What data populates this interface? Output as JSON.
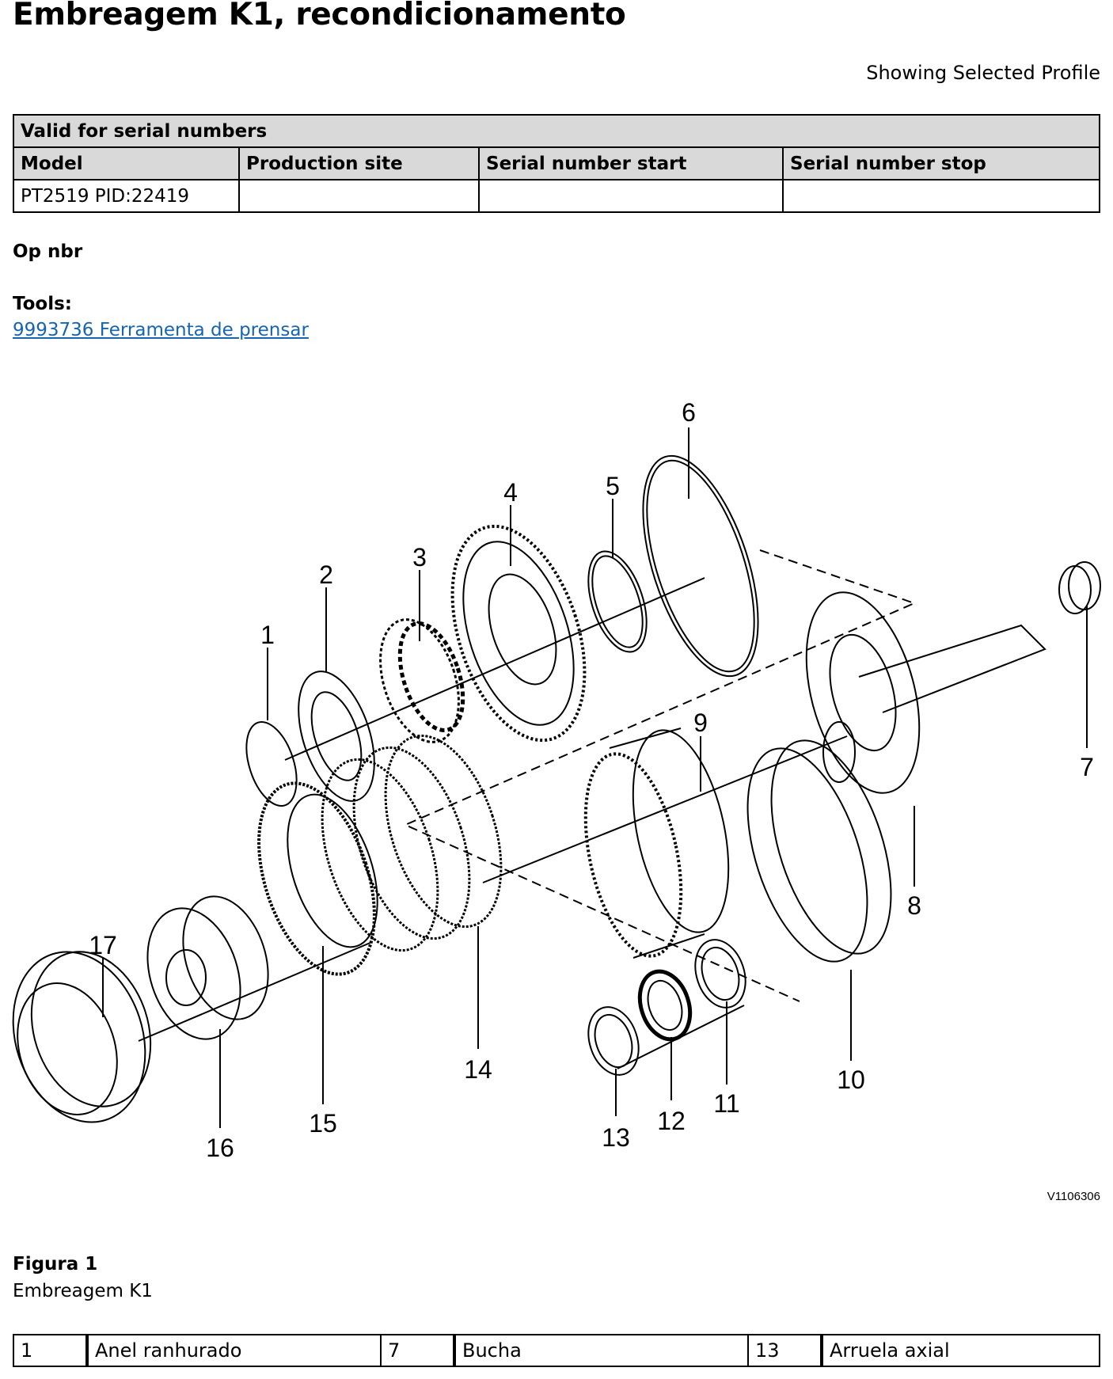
{
  "title": "Embreagem K1, recondicionamento",
  "profile_text": "Showing Selected Profile",
  "serial_table": {
    "header": "Valid for serial numbers",
    "columns": [
      "Model",
      "Production site",
      "Serial number start",
      "Serial number stop"
    ],
    "rows": [
      [
        "PT2519 PID:22419",
        "",
        "",
        ""
      ]
    ]
  },
  "op_nbr_label": "Op nbr",
  "tools_label": "Tools:",
  "tool_link": "9993736 Ferramenta de prensar",
  "figure": {
    "callouts": [
      "1",
      "2",
      "3",
      "4",
      "5",
      "6",
      "7",
      "8",
      "9",
      "10",
      "11",
      "12",
      "13",
      "14",
      "15",
      "16",
      "17"
    ],
    "image_code": "V1106306",
    "label": "Figura 1",
    "caption": "Embreagem K1"
  },
  "parts_table": {
    "rows": [
      [
        {
          "num": "1",
          "name": "Anel ranhurado"
        },
        {
          "num": "7",
          "name": "Bucha"
        },
        {
          "num": "13",
          "name": "Arruela axial"
        }
      ]
    ]
  }
}
